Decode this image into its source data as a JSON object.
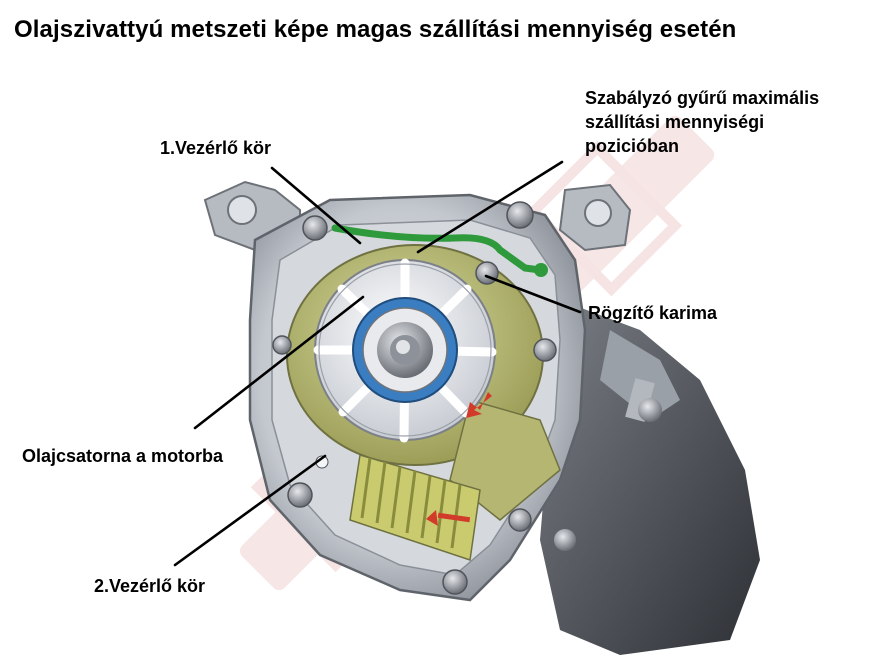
{
  "title": "Olajszivattyú metszeti képe magas szállítási mennyiség esetén",
  "labels": {
    "control_circuit_1": "1.Vezérlő kör",
    "regulating_ring_line1": "Szabályzó gyűrű maximális",
    "regulating_ring_line2": "szállítási mennyiségi",
    "regulating_ring_line3": "pozicióban",
    "fixing_flange": "Rögzítő karima",
    "oil_channel": "Olajcsatorna a motorba",
    "control_circuit_2": "2.Vezérlő kör"
  },
  "colors": {
    "housing": "#c9ccd2",
    "housing_dark": "#6d7178",
    "ring": "#b9bb74",
    "rotor": "#e7e9ee",
    "seal": "#3a7dc0",
    "green_channel": "#2e9a3c",
    "arrow": "#d23a2a",
    "watermark": "#e8b9b9"
  },
  "icons": [
    "pump-illustration",
    "rotation-arrow-icon",
    "spring-icon"
  ]
}
